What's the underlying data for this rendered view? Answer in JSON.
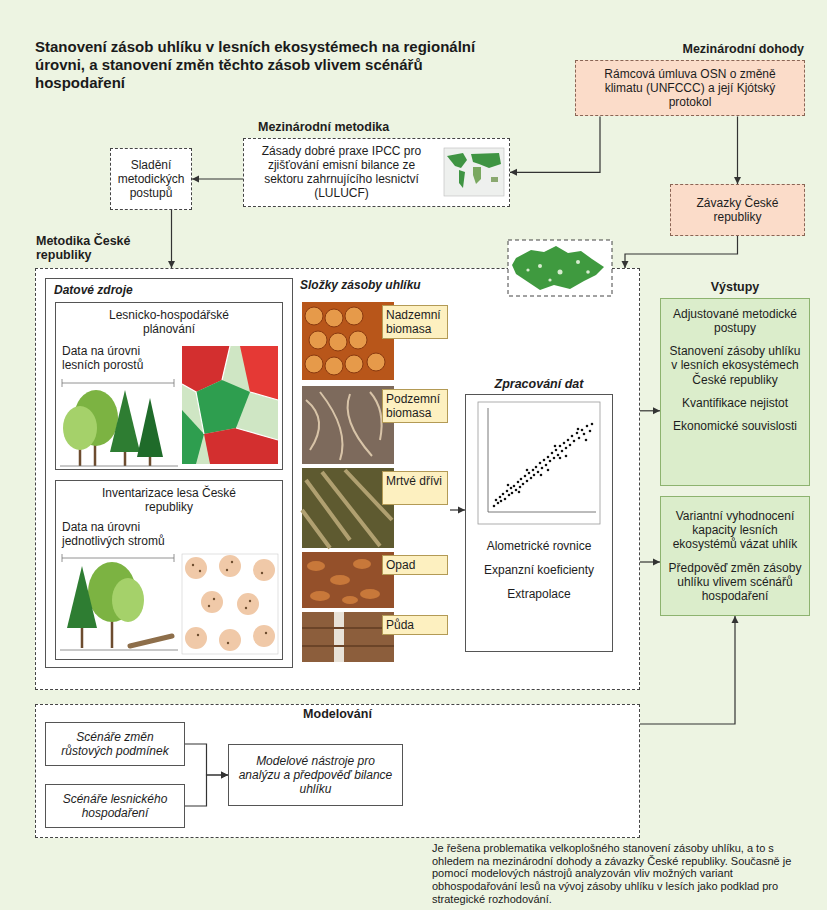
{
  "diagram": {
    "title": "Stanovení zásob uhlíku v lesních ekosystémech na regionální úrovni, a stanovení změn těchto zásob vlivem scénářů hospodaření",
    "caption": "Je řešena problematika velkoplošného stanovení zásoby uhlíku, a to s ohledem na mezinárodní dohody a závazky České republiky. Současně je pomocí modelových nástrojů analyzován vliv možných variant obhospodařování lesů na vývoj zásoby uhlíku v lesích jako podklad pro strategické rozhodování.",
    "nodes": [
      {
        "text": [
          "Mezinárodní dohody",
          "Rámcová úmluva OSN o změně klimatu (UNFCCC) a její Kjótský protokol"
        ]
      },
      {
        "text": [
          "Mezinárodní metodika",
          "Zásady dobré praxe IPCC pro zjišťování emisní bilance ze sektoru zahrnujícího lesnictví (LULUCF)"
        ]
      },
      {
        "text": [
          "Sladění metodických postupů"
        ]
      },
      {
        "text": [
          "Závazky České republiky"
        ]
      },
      {
        "text": [
          "Metodika České republiky"
        ]
      },
      {
        "text": [
          "Datové zdroje"
        ],
        "in": 4
      },
      {
        "text": [
          "Lesnicko-hospodářské plánování",
          "Data na úrovni lesních porostů"
        ],
        "in": 5
      },
      {
        "text": [
          "Inventarizace lesa České republiky",
          "Data na úrovni jednotlivých stromů"
        ],
        "in": 5
      },
      {
        "text": [
          "Složky zásoby uhlíku"
        ],
        "in": 4
      },
      {
        "text": [
          "Nadzemní biomasa"
        ],
        "in": 8
      },
      {
        "text": [
          "Podzemní biomasa"
        ],
        "in": 8
      },
      {
        "text": [
          "Mrtvé dřívi"
        ],
        "in": 8
      },
      {
        "text": [
          "Opad"
        ],
        "in": 8
      },
      {
        "text": [
          "Půda"
        ],
        "in": 8
      },
      {
        "text": [
          "Zpracování dat",
          "Alometrické rovnice",
          "Expanzní koeficienty",
          "Extrapolace"
        ],
        "in": 4
      },
      {
        "text": [
          "Výstupy",
          "Adjustované metodické postupy",
          "Stanovení zásoby uhlíku v lesních ekosystémech České republiky",
          "Kvantifikace nejistot",
          "Ekonomické souvislosti"
        ]
      },
      {
        "text": [
          "Variantní vyhodnocení kapacity lesních ekosystémů vázat uhlík",
          "Předpověď změn zásoby uhlíku vlivem scénářů hospodaření"
        ]
      },
      {
        "text": [
          "Modelování"
        ]
      },
      {
        "text": [
          "Scénáře změn růstových podmínek"
        ],
        "in": 17
      },
      {
        "text": [
          "Scénáře lesnického hospodaření"
        ],
        "in": 17
      },
      {
        "text": [
          "Modelové nástroje pro analýzu a předpověď bilance uhlíku"
        ],
        "in": 17
      }
    ],
    "edges": [
      {
        "from": 0,
        "to": 1,
        "arrow": "to"
      },
      {
        "from": 0,
        "to": 3,
        "arrow": "to"
      },
      {
        "from": 1,
        "to": 2,
        "arrow": "to"
      },
      {
        "from": 2,
        "to": 4,
        "arrow": "to"
      },
      {
        "from": 3,
        "to": 4,
        "arrow": "to"
      },
      {
        "from": 8,
        "to": 14,
        "arrow": "to"
      },
      {
        "from": 4,
        "to": 15,
        "arrow": "to"
      },
      {
        "from": 4,
        "to": 16,
        "arrow": "to"
      },
      {
        "from": 17,
        "to": 16,
        "arrow": "to"
      },
      {
        "from": 18,
        "to": 20,
        "arrow": "to"
      },
      {
        "from": 19,
        "to": 20,
        "arrow": "to"
      }
    ]
  }
}
